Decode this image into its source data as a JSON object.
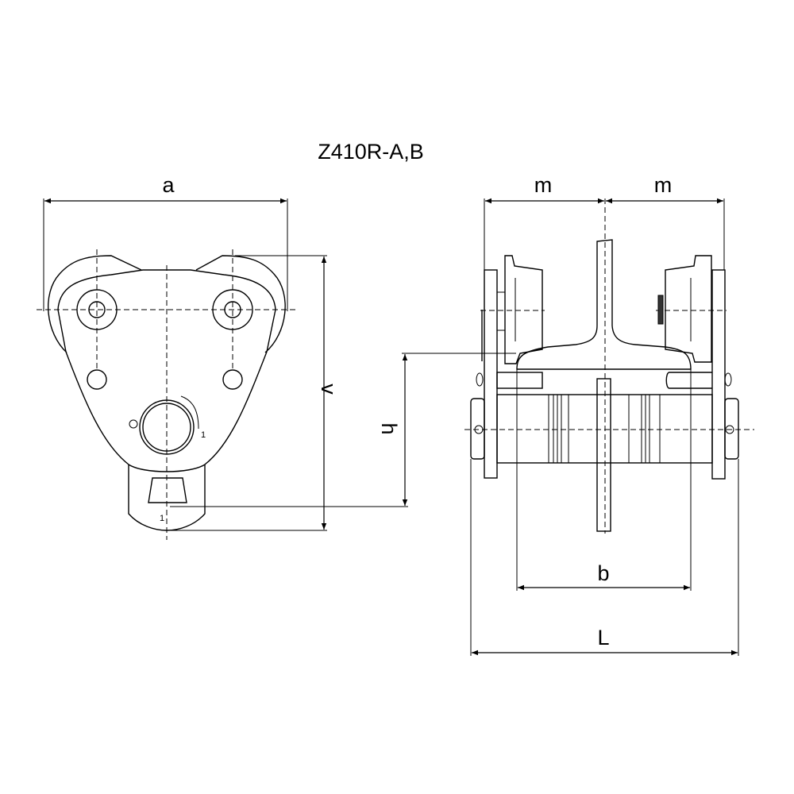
{
  "title": "Z410R-A,B",
  "dimensions": {
    "a": "a",
    "v": "v",
    "h": "h",
    "m_left": "m",
    "m_right": "m",
    "b": "b",
    "L": "L"
  },
  "part_marks": {
    "ring_mark": "1",
    "hook_mark": "1"
  },
  "colors": {
    "line": "#000000",
    "background": "#ffffff"
  }
}
